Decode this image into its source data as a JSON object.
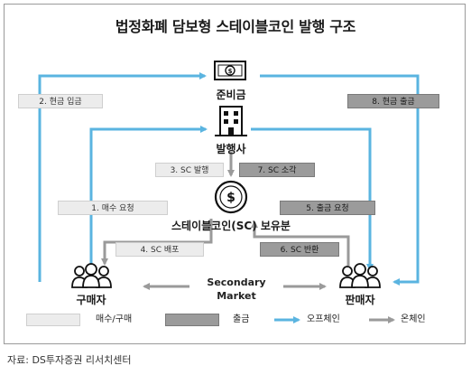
{
  "title": "법정화폐 담보형 스테이블코인 발행 구조",
  "nodes": {
    "reserve": "준비금",
    "issuer": "발행사",
    "holdings": "스테이블코인(SC) 보유분",
    "buyer": "구매자",
    "seller": "판매자"
  },
  "steps": {
    "s1": "1. 매수 요청",
    "s2": "2. 현금 입금",
    "s3": "3. SC 발행",
    "s4": "4. SC 배포",
    "s5": "5. 출금 요청",
    "s6": "6. SC 반환",
    "s7": "7. SC 소각",
    "s8": "8. 현금 출금"
  },
  "secondary_market": {
    "line1": "Secondary",
    "line2": "Market"
  },
  "legend": {
    "buy_sell": "매수/구매",
    "withdraw": "출금",
    "offchain": "오프체인",
    "onchain": "온체인"
  },
  "colors": {
    "offchain_arrow": "#5ab4e0",
    "onchain_arrow": "#9a9a9a",
    "light_box": "#ececec",
    "dark_box": "#9b9b9b"
  },
  "source": "자료: DS투자증권 리서치센터"
}
